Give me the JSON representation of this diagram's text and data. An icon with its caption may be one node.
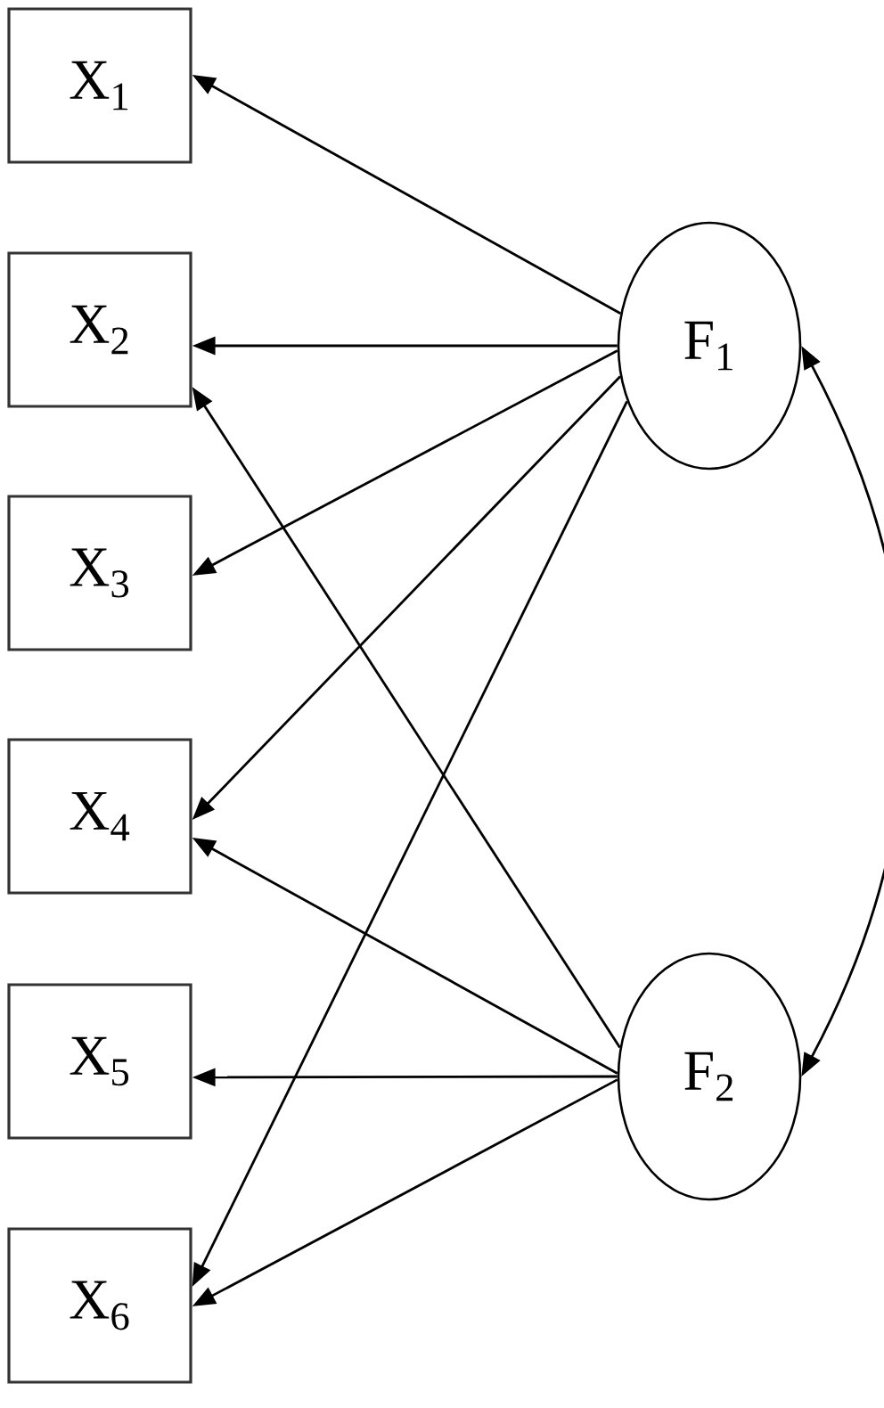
{
  "diagram": {
    "nodes": [
      {
        "text": [
          "X$_{1}$"
        ]
      },
      {
        "text": [
          "X$_{2}$"
        ]
      },
      {
        "text": [
          "X$_{3}$"
        ]
      },
      {
        "text": [
          "X$_{4}$"
        ]
      },
      {
        "text": [
          "X$_{5}$"
        ]
      },
      {
        "text": [
          "X$_{6}$"
        ]
      },
      {
        "text": [
          "F$_{1}$"
        ]
      },
      {
        "text": [
          "F$_{2}$"
        ]
      }
    ],
    "edges": [
      {
        "from": 6,
        "to": 0,
        "arrow": "to"
      },
      {
        "from": 6,
        "to": 1,
        "arrow": "to"
      },
      {
        "from": 6,
        "to": 2,
        "arrow": "to"
      },
      {
        "from": 6,
        "to": 3,
        "arrow": "to"
      },
      {
        "from": 6,
        "to": 5,
        "arrow": "to"
      },
      {
        "from": 7,
        "to": 1,
        "arrow": "to"
      },
      {
        "from": 7,
        "to": 3,
        "arrow": "to"
      },
      {
        "from": 7,
        "to": 4,
        "arrow": "to"
      },
      {
        "from": 7,
        "to": 5,
        "arrow": "to"
      },
      {
        "from": 6,
        "to": 7,
        "arrow": "both"
      }
    ]
  }
}
